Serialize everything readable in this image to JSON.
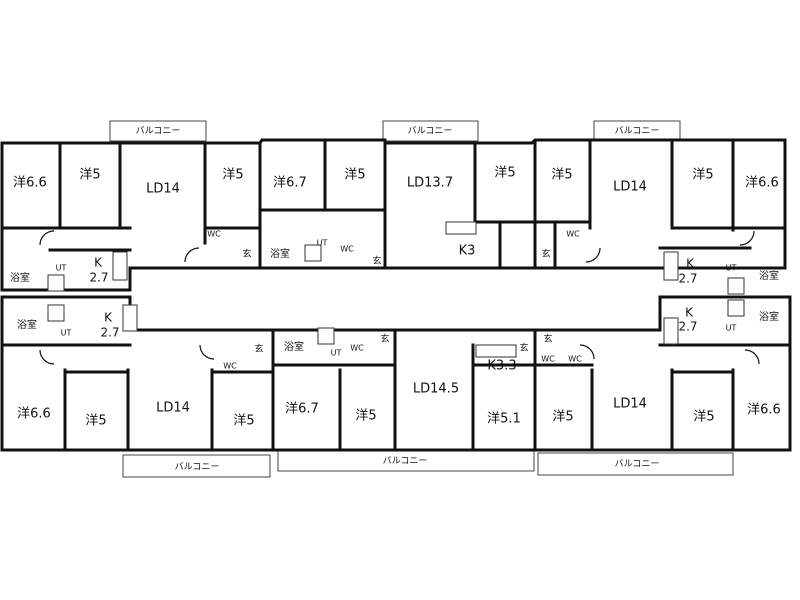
{
  "balcony_label": "バルコニー",
  "rooms": [
    {
      "id": "r1",
      "text": "洋6.6"
    },
    {
      "id": "r2",
      "text": "洋5"
    },
    {
      "id": "r3",
      "text": "LD14"
    },
    {
      "id": "r4",
      "text": "洋5"
    },
    {
      "id": "r5",
      "text": "洋6.7"
    },
    {
      "id": "r6",
      "text": "洋5"
    },
    {
      "id": "r7",
      "text": "LD13.7"
    },
    {
      "id": "r8",
      "text": "洋5"
    },
    {
      "id": "r9",
      "text": "洋5"
    },
    {
      "id": "r10",
      "text": "LD14"
    },
    {
      "id": "r11",
      "text": "洋5"
    },
    {
      "id": "r12",
      "text": "洋6.6"
    },
    {
      "id": "r13",
      "text": "洋6.6"
    },
    {
      "id": "r14",
      "text": "洋5"
    },
    {
      "id": "r15",
      "text": "LD14"
    },
    {
      "id": "r16",
      "text": "洋5"
    },
    {
      "id": "r17",
      "text": "洋6.7"
    },
    {
      "id": "r18",
      "text": "洋5"
    },
    {
      "id": "r19",
      "text": "LD14.5"
    },
    {
      "id": "r20",
      "text": "洋5.1"
    },
    {
      "id": "r21",
      "text": "洋5"
    },
    {
      "id": "r22",
      "text": "LD14"
    },
    {
      "id": "r23",
      "text": "洋5"
    },
    {
      "id": "r24",
      "text": "洋6.6"
    }
  ],
  "utilities": [
    {
      "id": "u1",
      "text": "WC"
    },
    {
      "id": "u2",
      "text": "玄"
    },
    {
      "id": "u3",
      "text": "浴室"
    },
    {
      "id": "u4",
      "text": "UT"
    },
    {
      "id": "u5",
      "text": "WC"
    },
    {
      "id": "u6",
      "text": "玄"
    },
    {
      "id": "u7",
      "text": "K3"
    },
    {
      "id": "u8",
      "text": "WC"
    },
    {
      "id": "u9",
      "text": "玄"
    },
    {
      "id": "u10",
      "text": "浴室"
    },
    {
      "id": "u11",
      "text": "UT"
    },
    {
      "id": "u12",
      "text": "K"
    },
    {
      "id": "u13",
      "text": "2.7"
    },
    {
      "id": "u14",
      "text": "浴室"
    },
    {
      "id": "u15",
      "text": "UT"
    },
    {
      "id": "u16",
      "text": "K"
    },
    {
      "id": "u17",
      "text": "2.7"
    },
    {
      "id": "u18",
      "text": "K"
    },
    {
      "id": "u19",
      "text": "2.7"
    },
    {
      "id": "u20",
      "text": "UT"
    },
    {
      "id": "u21",
      "text": "浴室"
    },
    {
      "id": "u22",
      "text": "K"
    },
    {
      "id": "u23",
      "text": "2.7"
    },
    {
      "id": "u24",
      "text": "UT"
    },
    {
      "id": "u25",
      "text": "浴室"
    },
    {
      "id": "u26",
      "text": "浴室"
    },
    {
      "id": "u27",
      "text": "UT"
    },
    {
      "id": "u28",
      "text": "WC"
    },
    {
      "id": "u29",
      "text": "玄"
    },
    {
      "id": "u30",
      "text": "WC"
    },
    {
      "id": "u31",
      "text": "玄"
    },
    {
      "id": "u32",
      "text": "K3.3"
    },
    {
      "id": "u33",
      "text": "玄"
    },
    {
      "id": "u34",
      "text": "WC"
    },
    {
      "id": "u35",
      "text": "WC"
    },
    {
      "id": "u36",
      "text": "玄"
    }
  ]
}
